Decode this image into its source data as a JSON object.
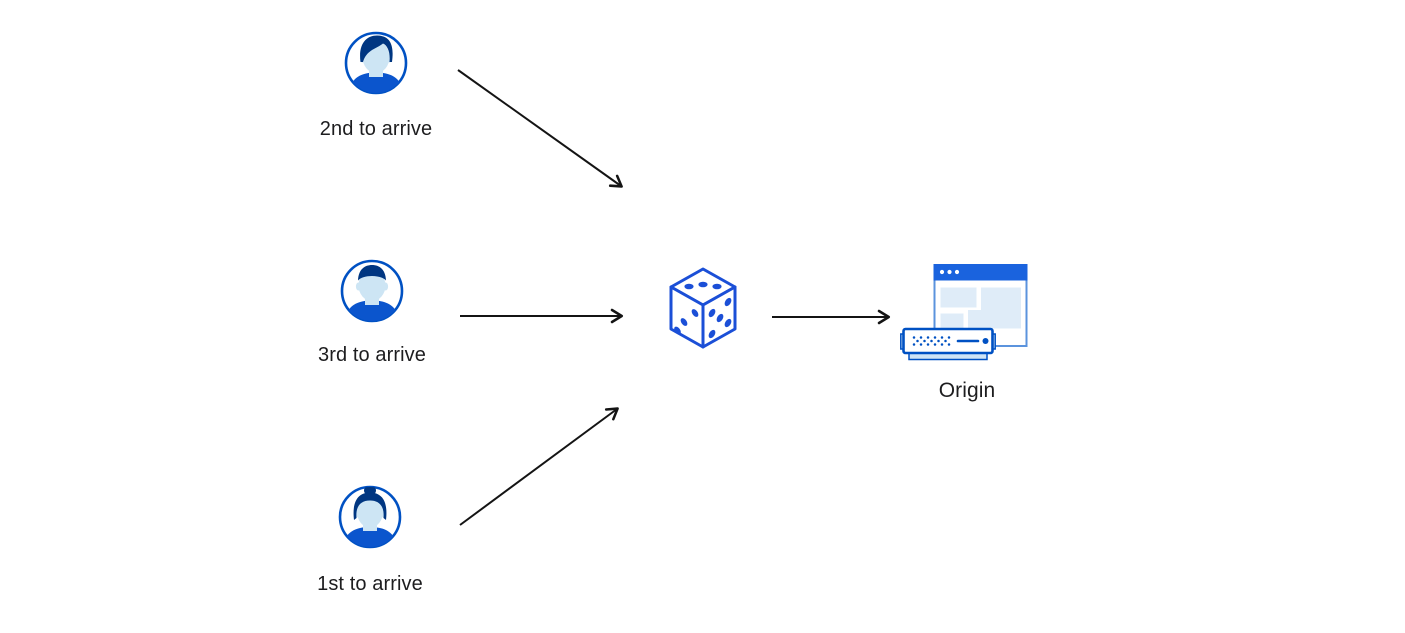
{
  "diagram": {
    "description": "Three clients arriving in different order are routed through a random (dice) selection to a single origin server",
    "nodes": {
      "user_top": {
        "label": "2nd to arrive",
        "icon": "male-avatar-icon"
      },
      "user_middle": {
        "label": "3rd to arrive",
        "icon": "male-avatar-icon"
      },
      "user_bottom": {
        "label": "1st to arrive",
        "icon": "female-avatar-icon"
      },
      "dice": {
        "icon": "dice-icon"
      },
      "origin": {
        "label": "Origin",
        "icon": "origin-server-icon"
      }
    },
    "arrows": [
      {
        "from": "user_top",
        "to": "dice"
      },
      {
        "from": "user_middle",
        "to": "dice"
      },
      {
        "from": "user_bottom",
        "to": "dice"
      },
      {
        "from": "dice",
        "to": "origin"
      }
    ],
    "colors": {
      "background": "#ffffff",
      "primary_blue": "#0051c3",
      "dice_blue": "#1b4fd7",
      "hair_navy": "#003681",
      "skin_light_blue": "#cde5f4",
      "window_bar_blue": "#1a63de",
      "window_border_blue": "#5b93dd",
      "panel_light_blue": "#dfecf8",
      "server_base_blue": "#cfe4f6",
      "arrow_color": "#141414",
      "label_color": "#1d1d1f"
    }
  }
}
